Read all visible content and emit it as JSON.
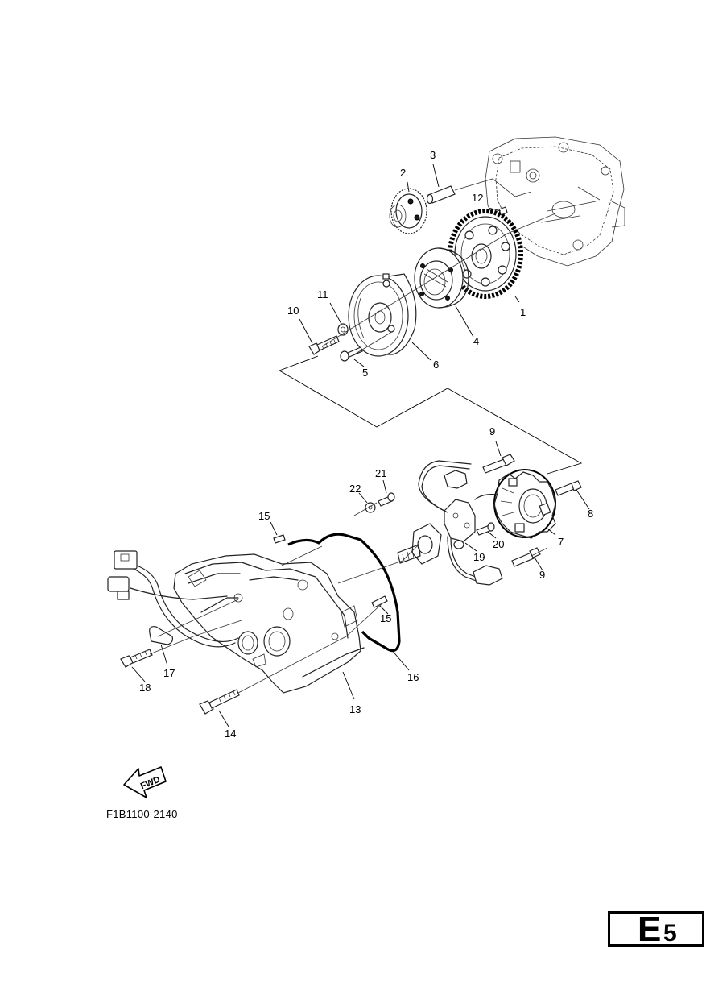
{
  "diagram": {
    "callouts": [
      {
        "id": "c1",
        "label": "1"
      },
      {
        "id": "c2",
        "label": "2"
      },
      {
        "id": "c3",
        "label": "3"
      },
      {
        "id": "c4",
        "label": "4"
      },
      {
        "id": "c5",
        "label": "5"
      },
      {
        "id": "c6",
        "label": "6"
      },
      {
        "id": "c7",
        "label": "7"
      },
      {
        "id": "c8",
        "label": "8"
      },
      {
        "id": "c9a",
        "label": "9"
      },
      {
        "id": "c9b",
        "label": "9"
      },
      {
        "id": "c10",
        "label": "10"
      },
      {
        "id": "c11",
        "label": "11"
      },
      {
        "id": "c12",
        "label": "12"
      },
      {
        "id": "c13",
        "label": "13"
      },
      {
        "id": "c14",
        "label": "14"
      },
      {
        "id": "c15a",
        "label": "15"
      },
      {
        "id": "c15b",
        "label": "15"
      },
      {
        "id": "c16",
        "label": "16"
      },
      {
        "id": "c17",
        "label": "17"
      },
      {
        "id": "c18",
        "label": "18"
      },
      {
        "id": "c19",
        "label": "19"
      },
      {
        "id": "c20",
        "label": "20"
      },
      {
        "id": "c21",
        "label": "21"
      },
      {
        "id": "c22",
        "label": "22"
      }
    ],
    "fwd_label": "FWD",
    "reference_code": "F1B1100-2140"
  },
  "page_tab": {
    "letter": "E",
    "number": "5"
  }
}
